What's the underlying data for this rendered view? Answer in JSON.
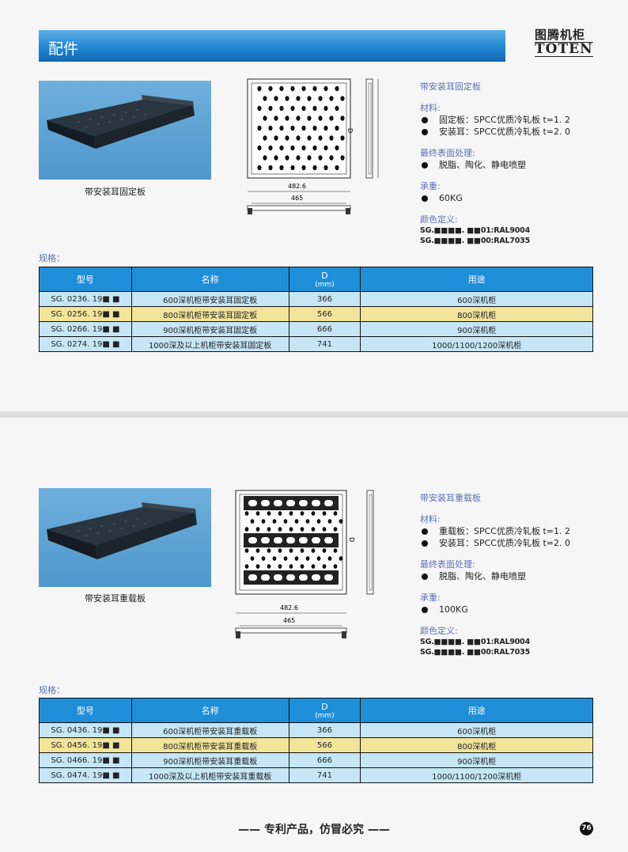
{
  "header": {
    "title": "配件"
  },
  "logo": {
    "cn": "图腾机柜",
    "en": "TOTEN"
  },
  "section1": {
    "caption": "带安装耳固定板",
    "drawing": {
      "width": "482.6",
      "inner": "465",
      "depth": "D"
    },
    "spec": {
      "title": "带安装耳固定板",
      "material_label": "材料:",
      "material": [
        "固定板：SPCC优质冷轧板 t=1. 2",
        "安装耳：SPCC优质冷轧板 t=2. 0"
      ],
      "finish_label": "最终表面处理:",
      "finish": "脱脂、陶化、静电喷塑",
      "load_label": "承重:",
      "load": "60KG",
      "color_label": "颜色定义:",
      "colors": [
        "SG.■■■■. ■■01:RAL9004",
        "SG.■■■■. ■■00:RAL7035"
      ]
    },
    "table_label": "规格：",
    "headers": {
      "model": "型号",
      "name": "名称",
      "d": "D",
      "d_unit": "(mm)",
      "use": "用途"
    },
    "rows": [
      {
        "model": "SG. 0236. 19■ ■",
        "name": "600深机柜带安装耳固定板",
        "d": "366",
        "use": "600深机柜"
      },
      {
        "model": "SG. 0256. 19■ ■",
        "name": "800深机柜带安装耳固定板",
        "d": "566",
        "use": "800深机柜"
      },
      {
        "model": "SG. 0266. 19■ ■",
        "name": "900深机柜带安装耳固定板",
        "d": "666",
        "use": "900深机柜"
      },
      {
        "model": "SG. 0274. 19■ ■",
        "name": "1000深及以上机柜带安装耳固定板",
        "d": "741",
        "use": "1000/1100/1200深机柜"
      }
    ]
  },
  "section2": {
    "caption": "带安装耳重载板",
    "drawing": {
      "width": "482.6",
      "inner": "465",
      "depth": "D"
    },
    "spec": {
      "title": "带安装耳重载板",
      "material_label": "材料:",
      "material": [
        "重载板：SPCC优质冷轧板 t=1. 2",
        "安装耳：SPCC优质冷轧板 t=2. 0"
      ],
      "finish_label": "最终表面处理:",
      "finish": "脱脂、陶化、静电喷塑",
      "load_label": "承重:",
      "load": "100KG",
      "color_label": "颜色定义:",
      "colors": [
        "SG.■■■■. ■■01:RAL9004",
        "SG.■■■■. ■■00:RAL7035"
      ]
    },
    "table_label": "规格：",
    "headers": {
      "model": "型号",
      "name": "名称",
      "d": "D",
      "d_unit": "(mm)",
      "use": "用途"
    },
    "rows": [
      {
        "model": "SG. 0436. 19■ ■",
        "name": "600深机柜带安装耳重载板",
        "d": "366",
        "use": "600深机柜"
      },
      {
        "model": "SG. 0456. 19■ ■",
        "name": "800深机柜带安装耳重载板",
        "d": "566",
        "use": "800深机柜"
      },
      {
        "model": "SG. 0466. 19■ ■",
        "name": "900深机柜带安装耳重载板",
        "d": "666",
        "use": "900深机柜"
      },
      {
        "model": "SG. 0474. 19■ ■",
        "name": "1000深及以上机柜带安装耳重载板",
        "d": "741",
        "use": "1000/1100/1200深机柜"
      }
    ]
  },
  "footer": {
    "text": "—— 专利产品，仿冒必究 ——",
    "page": "76"
  }
}
